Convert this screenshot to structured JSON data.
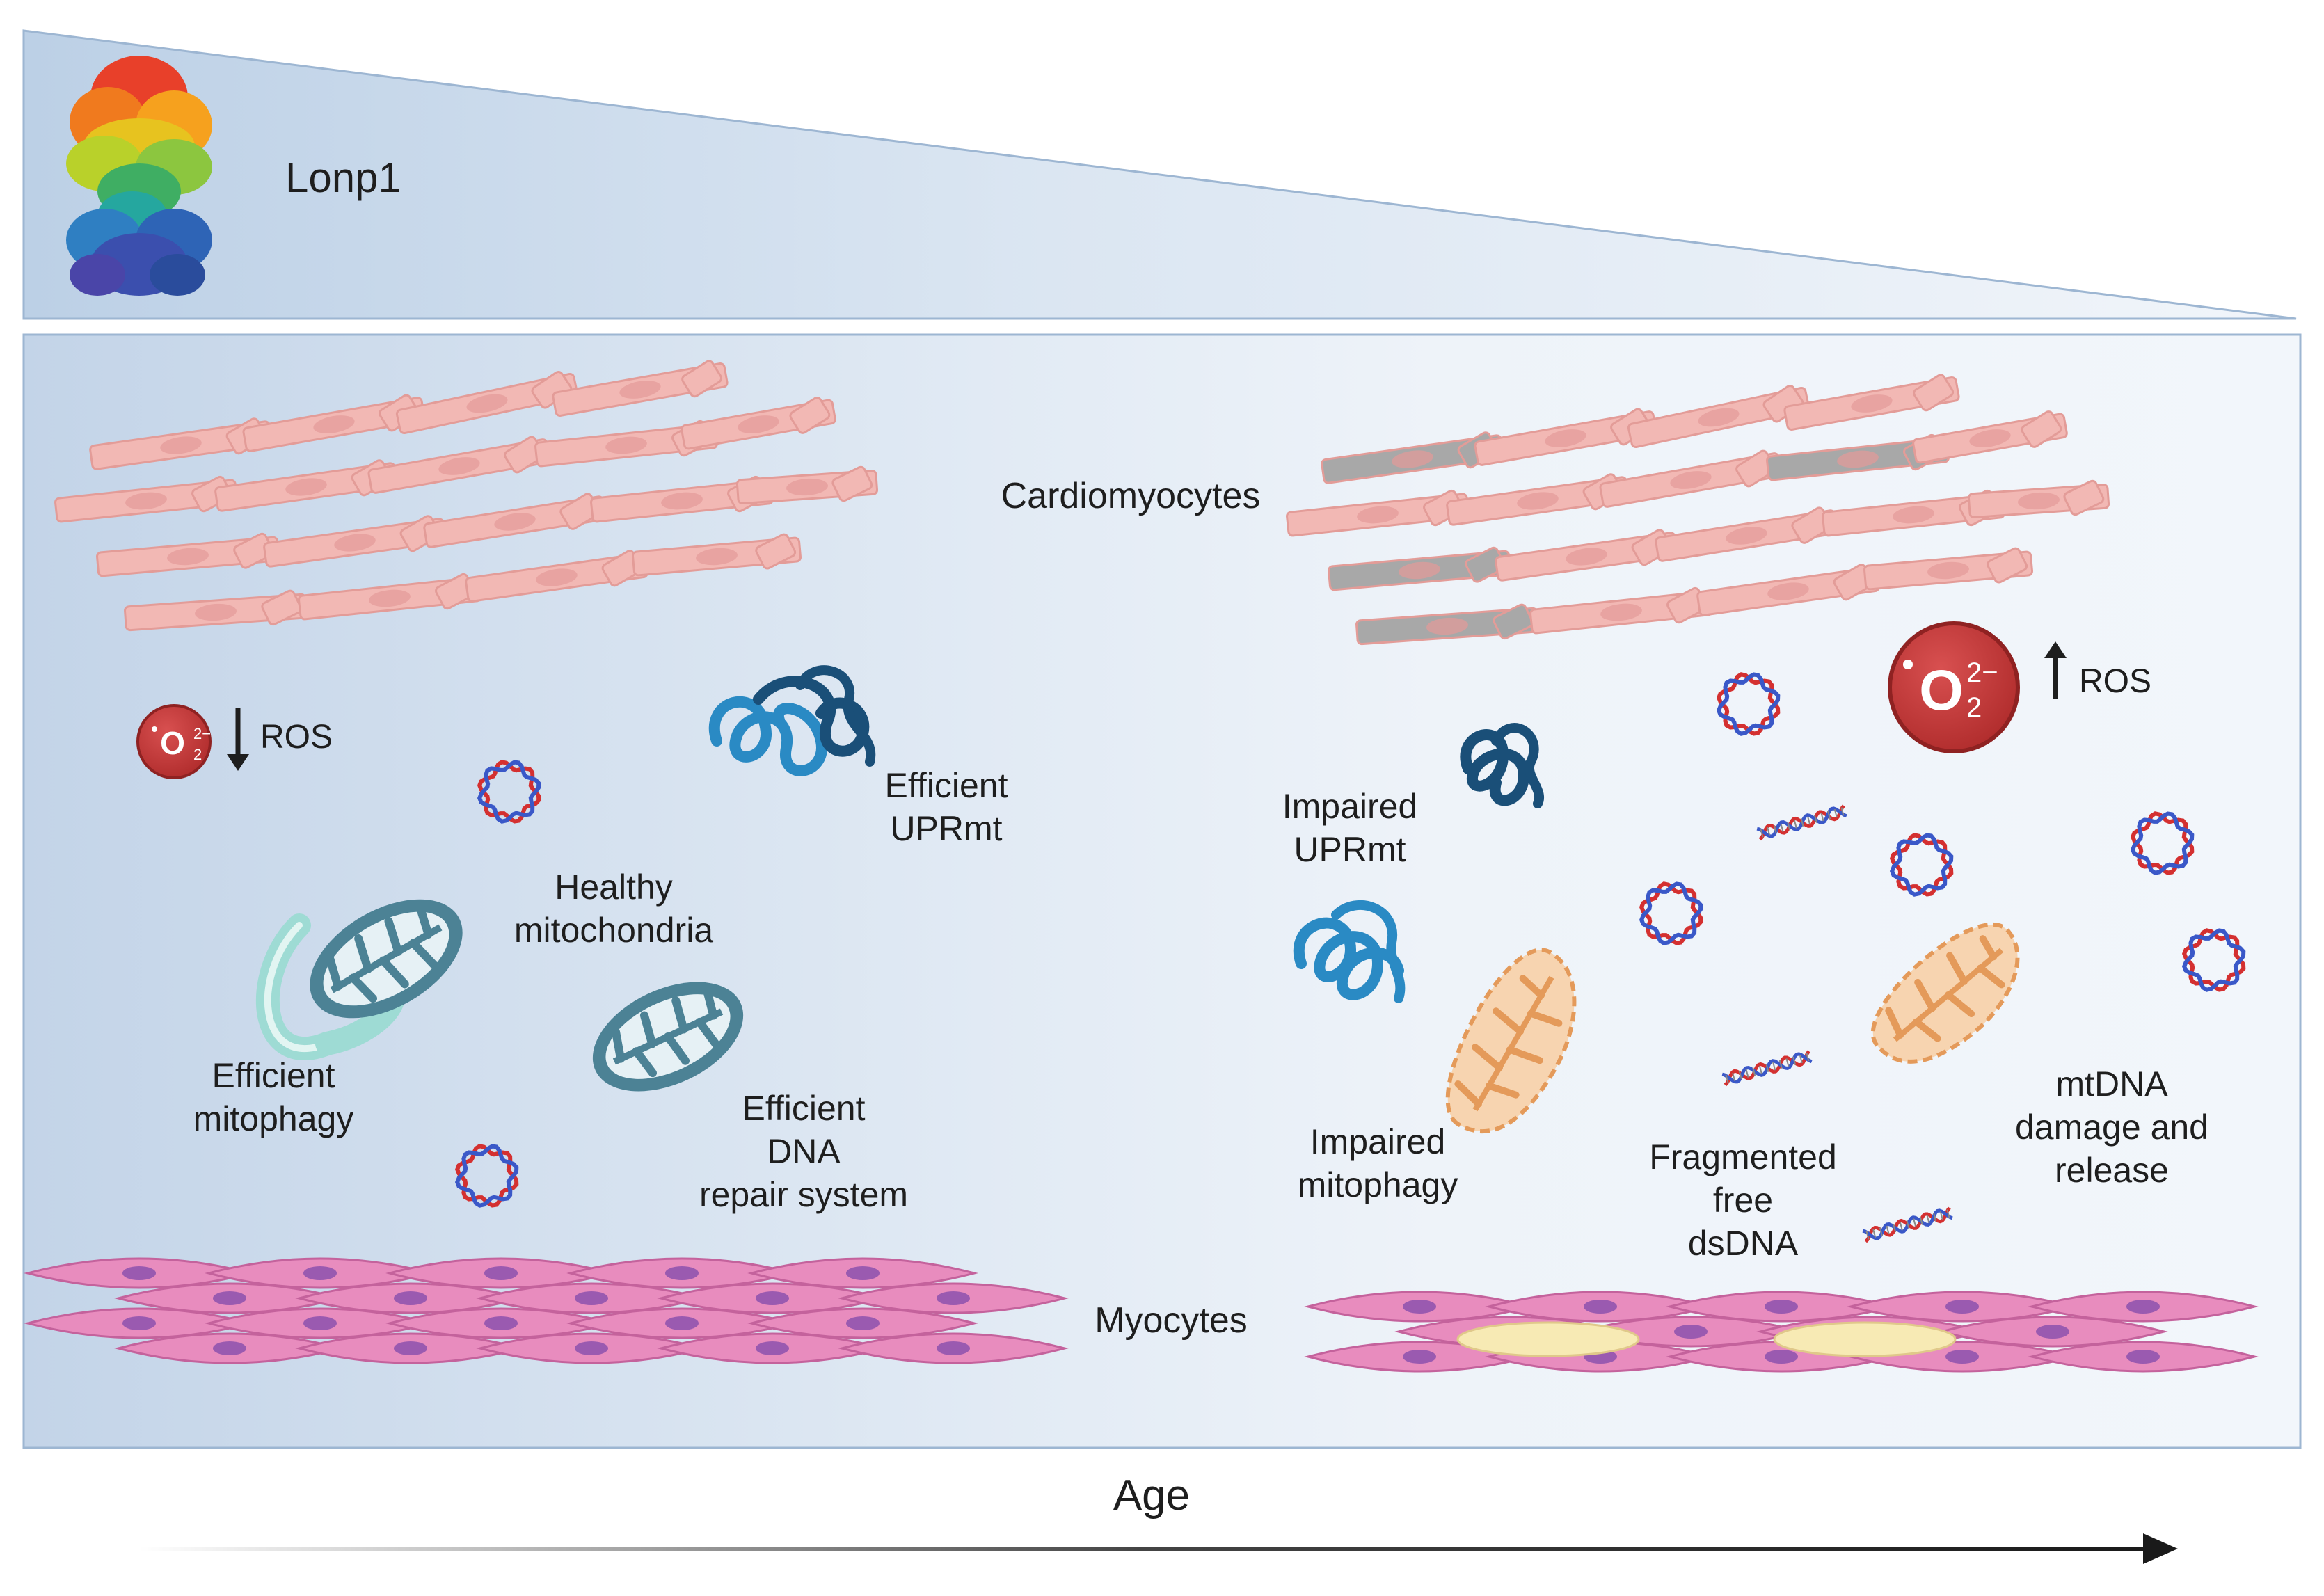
{
  "labels": {
    "lonp1": "Lonp1",
    "cardiomyocytes": "Cardiomyocytes",
    "myocytes": "Myocytes",
    "ros_low": "ROS",
    "ros_high": "ROS",
    "superoxide": "O",
    "healthy_mito": [
      "Healthy",
      "mitochondria"
    ],
    "efficient_uprmt": [
      "Efficient",
      "UPRmt"
    ],
    "efficient_mitophagy": [
      "Efficient",
      "mitophagy"
    ],
    "efficient_dna_repair": [
      "Efficient",
      "DNA",
      "repair system"
    ],
    "impaired_uprmt": [
      "Impaired",
      "UPRmt"
    ],
    "impaired_mitophagy": [
      "Impaired",
      "mitophagy"
    ],
    "fragmented_dsdna": [
      "Fragmented",
      "free",
      "dsDNA"
    ],
    "mtdna_damage": [
      "mtDNA",
      "damage and",
      "release"
    ],
    "age": "Age"
  },
  "colors": {
    "panel_blue": "#c5d5e8",
    "panel_light": "#eef3f9",
    "cardio_pink": "#f2b8b4",
    "cardio_gray": "#a8a8a8",
    "myocyte_pink": "#e88cbe",
    "nucleus_purple": "#9a5ab0",
    "fat_yellow": "#f7eab4",
    "ros_red": "#c83a3a",
    "uprmt_blue": "#2a8ac4",
    "uprmt_dark": "#1a4f78",
    "mito_teal": "#4c8295",
    "mito_damaged": "#f5c9a0",
    "dna_red": "#d43030",
    "dna_blue": "#3a58c8"
  }
}
